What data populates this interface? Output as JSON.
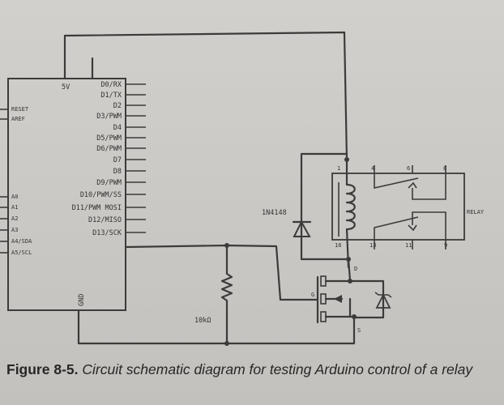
{
  "arduino": {
    "top_pin": "5V",
    "bottom_pin": "GND",
    "left_pins": [
      "RESET",
      "AREF",
      "A0",
      "A1",
      "A2",
      "A3",
      "A4/SDA",
      "A5/SCL"
    ],
    "right_pins": [
      "D0/RX",
      "D1/TX",
      "D2",
      "D3/PWM",
      "D4",
      "D5/PWM",
      "D6/PWM",
      "D7",
      "D8",
      "D9/PWM",
      "D10/PWM/SS",
      "D11/PWM MOSI",
      "D12/MISO",
      "D13/SCK"
    ]
  },
  "components": {
    "diode": "1N4148",
    "resistor": "10kΩ",
    "relay": "RELAY",
    "relay_pins": {
      "p1": "1",
      "p4": "4",
      "p6": "6",
      "p8": "8",
      "p16": "16",
      "p13": "13",
      "p11": "11",
      "p9": "9"
    },
    "mosfet": {
      "gate": "G",
      "drain": "D",
      "source": "S"
    }
  },
  "caption": {
    "figure_label": "Figure 8-5.",
    "text": " Circuit schematic diagram for testing Arduino control of a relay"
  }
}
